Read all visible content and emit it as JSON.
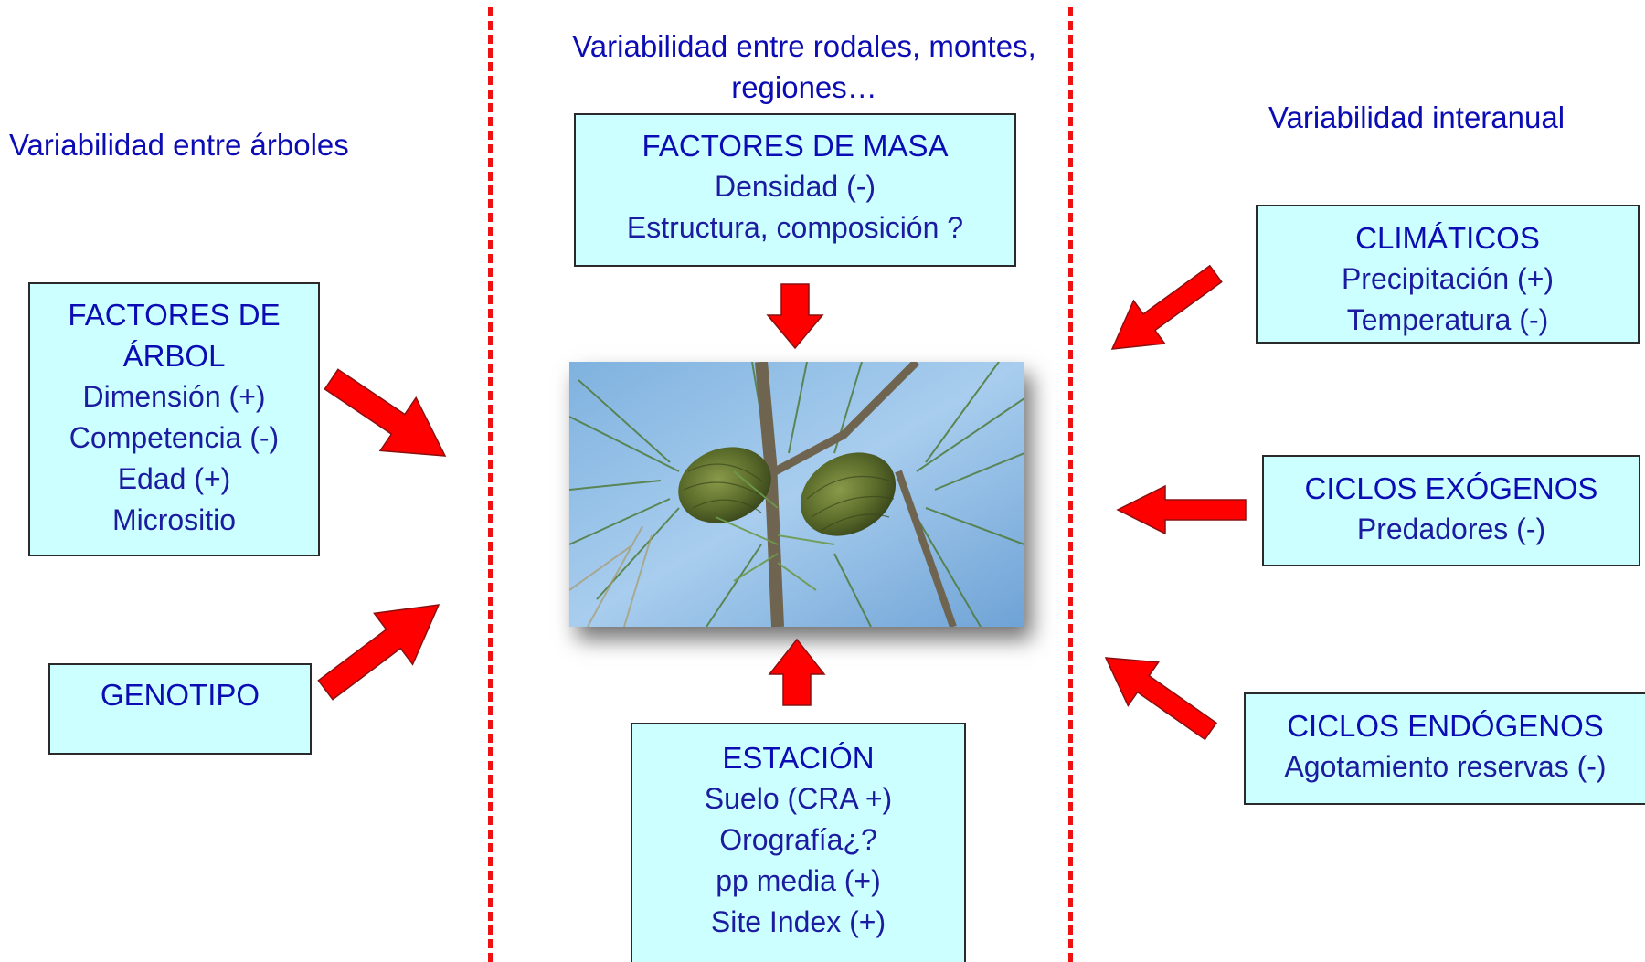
{
  "headings": {
    "left": "Variabilidad entre árboles",
    "center_line1": "Variabilidad entre rodales, montes,",
    "center_line2": "regiones…",
    "right": "Variabilidad interanual"
  },
  "boxes": {
    "arbol": {
      "title_line1": "FACTORES DE",
      "title_line2": "ÁRBOL",
      "lines": [
        "Dimensión (+)",
        "Competencia (-)",
        "Edad (+)",
        "Micrositio"
      ]
    },
    "genotipo": {
      "title": "GENOTIPO"
    },
    "masa": {
      "title": "FACTORES DE MASA",
      "lines": [
        "Densidad (-)",
        "Estructura, composición ?"
      ]
    },
    "estacion": {
      "title": "ESTACIÓN",
      "lines": [
        "Suelo (CRA +)",
        "Orografía¿?",
        "pp media (+)",
        "Site Index (+)"
      ]
    },
    "climaticos": {
      "title": "CLIMÁTICOS",
      "lines": [
        "Precipitación (+)",
        "Temperatura (-)"
      ]
    },
    "exogenos": {
      "title": "CICLOS EXÓGENOS",
      "lines": [
        "Predadores (-)"
      ]
    },
    "endogenos": {
      "title": "CICLOS ENDÓGENOS",
      "lines": [
        "Agotamiento reservas (-)"
      ]
    }
  },
  "colors": {
    "heading_text": "#0c0cb4",
    "box_fill": "#ccffff",
    "arrow_fill": "#ff0000",
    "divider": "#ee1111"
  }
}
